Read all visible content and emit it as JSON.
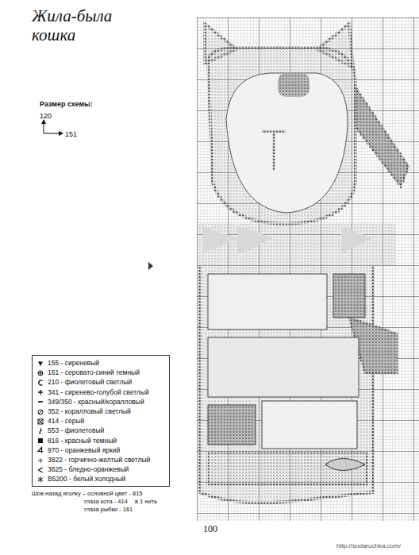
{
  "diagram": {
    "title": "Жила-была кошка",
    "labels": [
      "Размер схемы:",
      "120",
      "151",
      "Шов назад иголку – основной цвет - 815",
      "глаза кота - 414",
      "в 1 нить",
      "глаза рыбки - 161",
      "100",
      "http://sudaruchka.com/"
    ],
    "legend": [
      {
        "text": "155 - сиреневый"
      },
      {
        "text": "161 - серовато-синий темный"
      },
      {
        "text": "210 - фиолетовый светлый"
      },
      {
        "text": "341 - сиренево-голубой светлый"
      },
      {
        "text": "349/350 - красный/коралловый"
      },
      {
        "text": "352 - коралловый светлый"
      },
      {
        "text": "414 - серый"
      },
      {
        "text": "553 - фиолетовый"
      },
      {
        "text": "816 - красный темный"
      },
      {
        "text": "970 - оранжевый яркий"
      },
      {
        "text": "3822 - горчично-желтый светлый"
      },
      {
        "text": "3825 - бледно-оранжевый"
      },
      {
        "text": "B5200 - белый холодный"
      }
    ]
  }
}
